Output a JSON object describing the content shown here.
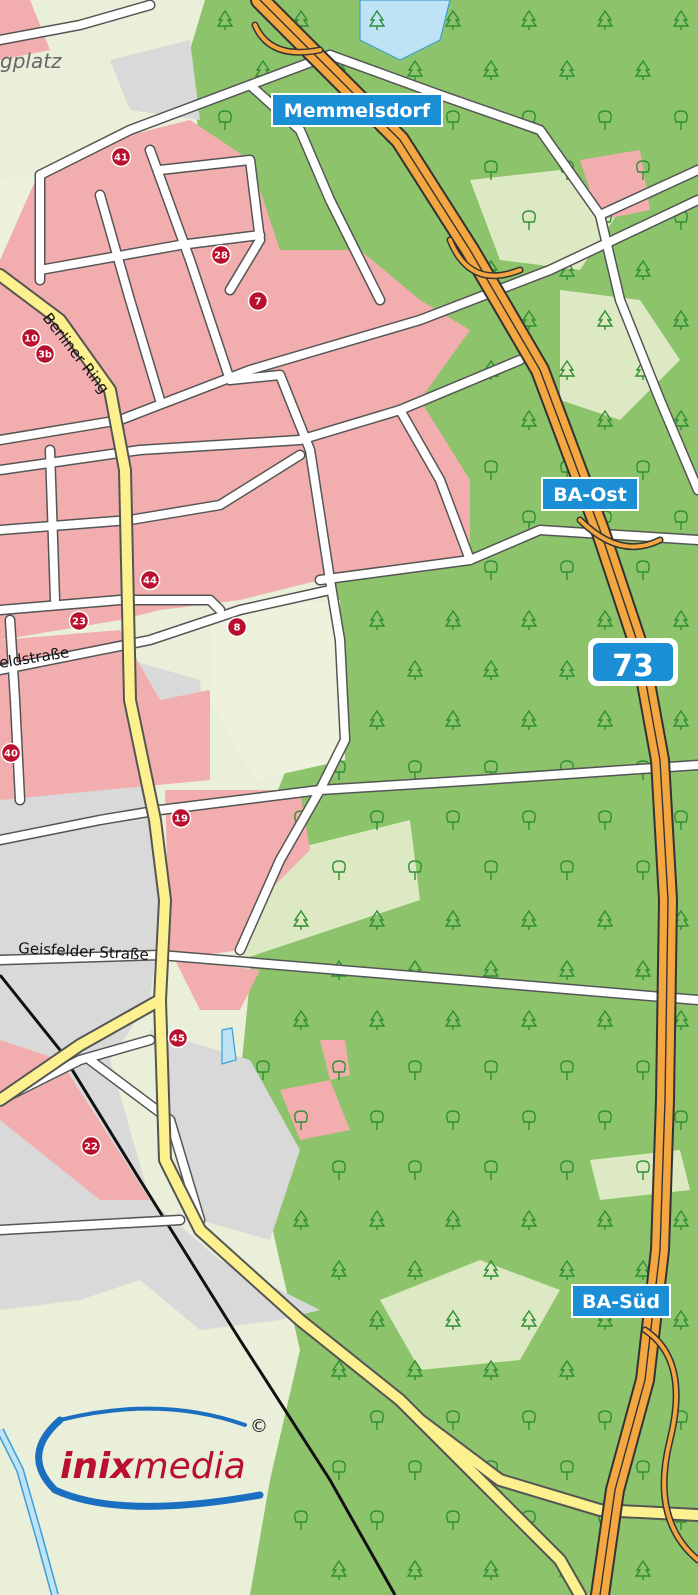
{
  "place_labels": {
    "top_left": "gplatz"
  },
  "street_labels": {
    "berliner_ring": "Berliner Ring",
    "feldstrasse": "eldstraße",
    "geisfelder": "Geisfelder Straße"
  },
  "exit_signs": {
    "memmelsdorf": "Memmelsdorf",
    "ba_ost": "BA-Ost",
    "ba_sued": "BA-Süd"
  },
  "motorway_shield": "73",
  "poi_markers": [
    "41",
    "28",
    "7",
    "10",
    "3b",
    "44",
    "23",
    "8",
    "40",
    "19",
    "45",
    "22"
  ],
  "logo": {
    "part1": "inix",
    "part2": "media",
    "copyright": "©"
  },
  "colors": {
    "forest": "#8cc36b",
    "residential": "#f2aeae",
    "industrial": "#d9d9d9",
    "meadow": "#e9efd8",
    "main_road": "#fdf08e",
    "motorway": "#f4a640",
    "sign_blue": "#1a8fd6",
    "marker": "#b8102e"
  }
}
